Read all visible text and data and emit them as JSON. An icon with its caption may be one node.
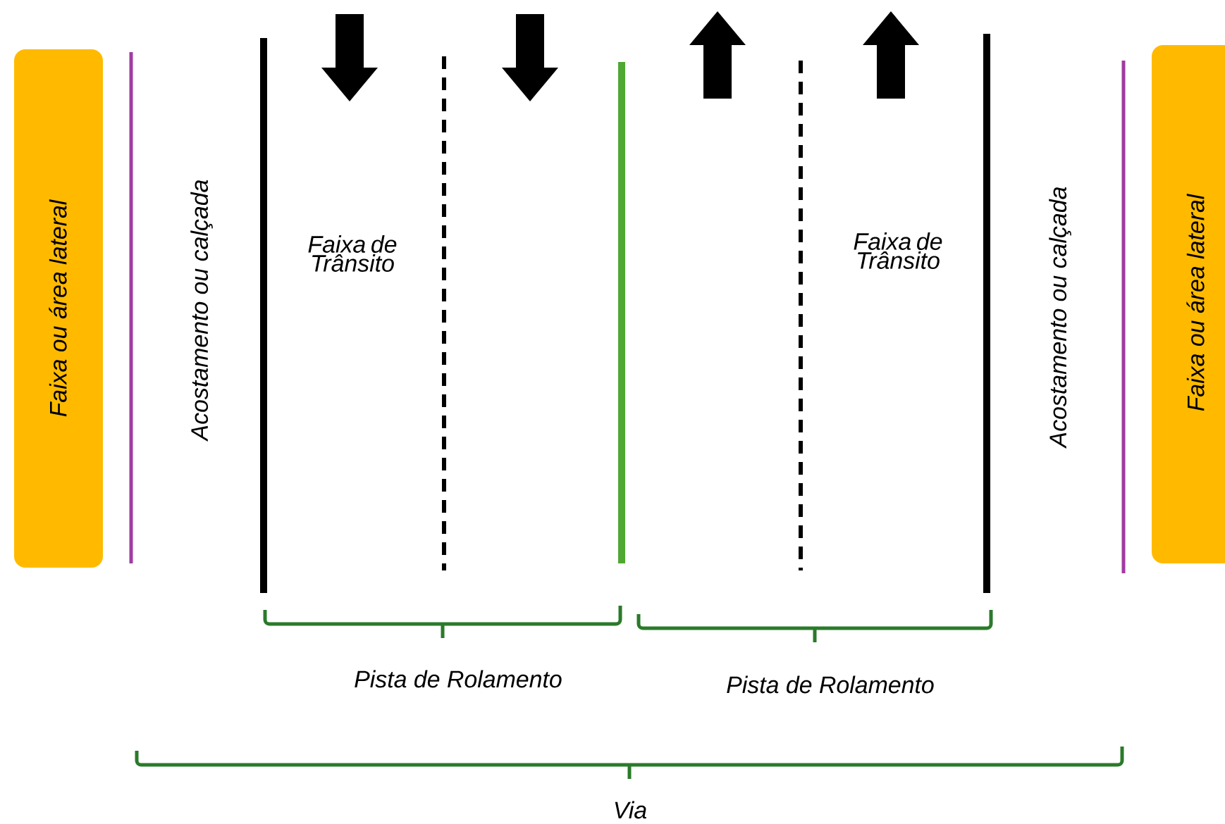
{
  "diagram": {
    "nodes": [
      {
        "text": [
          "Faixa ou área lateral"
        ]
      },
      {
        "text": [
          "Faixa ou área lateral"
        ]
      }
    ],
    "labels": [
      "Acostamento ou calçada",
      "Faixa de Trânsito",
      "Faixa de Trânsito",
      "Acostamento ou calçada",
      "Pista de Rolamento",
      "Pista de Rolamento",
      "Via"
    ]
  }
}
